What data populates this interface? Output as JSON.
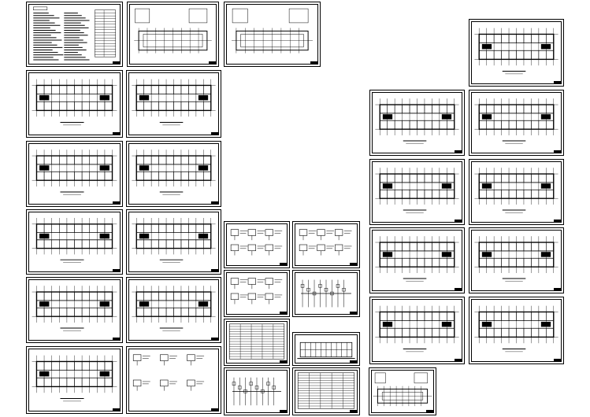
{
  "drawing_set": {
    "colors": {
      "line": "#000000",
      "paper": "#ffffff"
    },
    "sheets": [
      {
        "id": "s01",
        "kind": "notes"
      },
      {
        "id": "s02",
        "kind": "site-plan"
      },
      {
        "id": "s03",
        "kind": "site-plan"
      },
      {
        "id": "s04",
        "kind": "floor-plan"
      },
      {
        "id": "s05",
        "kind": "floor-plan"
      },
      {
        "id": "s06",
        "kind": "floor-plan"
      },
      {
        "id": "s07",
        "kind": "floor-plan"
      },
      {
        "id": "s08",
        "kind": "floor-plan"
      },
      {
        "id": "s09",
        "kind": "floor-plan"
      },
      {
        "id": "s10",
        "kind": "floor-plan"
      },
      {
        "id": "s11",
        "kind": "floor-plan"
      },
      {
        "id": "s12",
        "kind": "floor-plan"
      },
      {
        "id": "s13",
        "kind": "floor-plan"
      },
      {
        "id": "s14",
        "kind": "details"
      },
      {
        "id": "s15",
        "kind": "details"
      },
      {
        "id": "s16",
        "kind": "details"
      },
      {
        "id": "s17",
        "kind": "details"
      },
      {
        "id": "s18",
        "kind": "schematic"
      },
      {
        "id": "s19",
        "kind": "table"
      },
      {
        "id": "s20",
        "kind": "elevation"
      },
      {
        "id": "s21",
        "kind": "schematic"
      },
      {
        "id": "s22",
        "kind": "table"
      },
      {
        "id": "s23",
        "kind": "site-plan"
      },
      {
        "id": "s24",
        "kind": "floor-plan"
      },
      {
        "id": "s25",
        "kind": "floor-plan"
      },
      {
        "id": "s26",
        "kind": "floor-plan"
      },
      {
        "id": "s27",
        "kind": "floor-plan"
      },
      {
        "id": "s28",
        "kind": "floor-plan"
      },
      {
        "id": "s29",
        "kind": "floor-plan"
      },
      {
        "id": "s30",
        "kind": "floor-plan"
      },
      {
        "id": "s31",
        "kind": "floor-plan"
      }
    ]
  }
}
